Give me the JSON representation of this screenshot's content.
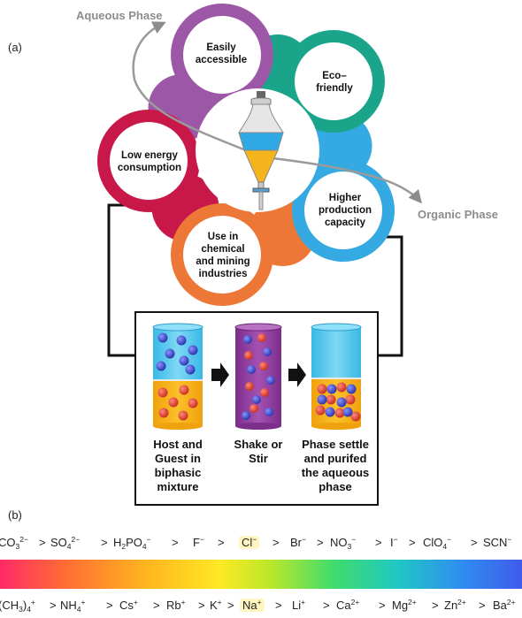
{
  "panel_a": {
    "label": "(a)",
    "aqueous_phase": "Aqueous Phase",
    "organic_phase": "Organic Phase",
    "advantages": [
      {
        "lines": [
          "Easily",
          "accessible"
        ],
        "color": "#9d57a7"
      },
      {
        "lines": [
          "Eco–",
          "friendly"
        ],
        "color": "#1aa58b"
      },
      {
        "lines": [
          "Higher",
          "production",
          "capacity"
        ],
        "color": "#35a9e1"
      },
      {
        "lines": [
          "Use in",
          "chemical",
          "and mining",
          "industries"
        ],
        "color": "#ed7736"
      },
      {
        "lines": [
          "Low energy",
          "consumption"
        ],
        "color": "#c8184a"
      }
    ],
    "steps": [
      {
        "lines": [
          "Host and",
          "Guest  in",
          "biphasic",
          "mixture"
        ]
      },
      {
        "lines": [
          "Shake or",
          "Stir"
        ]
      },
      {
        "lines": [
          "Phase settle",
          "and purifed",
          "the aqueous",
          "phase"
        ]
      }
    ]
  },
  "panel_b": {
    "label": "(b)",
    "separator": ">",
    "anions": [
      {
        "base": "CO",
        "sub": "3",
        "sup": "2−"
      },
      {
        "base": "SO",
        "sub": "4",
        "sup": "2−"
      },
      {
        "base": "H",
        "sub": "2",
        "base2": "PO",
        "sub2": "4",
        "sup": "−"
      },
      {
        "base": "F",
        "sup": "−"
      },
      {
        "base": "Cl",
        "sup": "−",
        "highlight": true
      },
      {
        "base": "Br",
        "sup": "−"
      },
      {
        "base": "NO",
        "sub": "3",
        "sup": "−"
      },
      {
        "base": "I",
        "sup": "−"
      },
      {
        "base": "ClO",
        "sub": "4",
        "sup": "−"
      },
      {
        "base": "SCN",
        "sup": "−"
      }
    ],
    "cations": [
      {
        "base": "(CH",
        "sub": "3",
        "base2": ")",
        "sub2": "4",
        "sup": "+"
      },
      {
        "base": "NH",
        "sub": "4",
        "sup": "+"
      },
      {
        "base": "Cs",
        "sup": "+"
      },
      {
        "base": "Rb",
        "sup": "+"
      },
      {
        "base": "K",
        "sup": "+"
      },
      {
        "base": "Na",
        "sup": "+",
        "highlight": true
      },
      {
        "base": "Li",
        "sup": "+"
      },
      {
        "base": "Ca",
        "sup": "2+"
      },
      {
        "base": "Mg",
        "sup": "2+"
      },
      {
        "base": "Zn",
        "sup": "2+"
      },
      {
        "base": "Ba",
        "sup": "2+"
      }
    ],
    "gradient_colors": [
      "#ff2a68",
      "#ff6a35",
      "#ffb51f",
      "#ffe823",
      "#b9e72a",
      "#3fdc6c",
      "#20c8c2",
      "#2f8ff0",
      "#3f5bec"
    ]
  }
}
